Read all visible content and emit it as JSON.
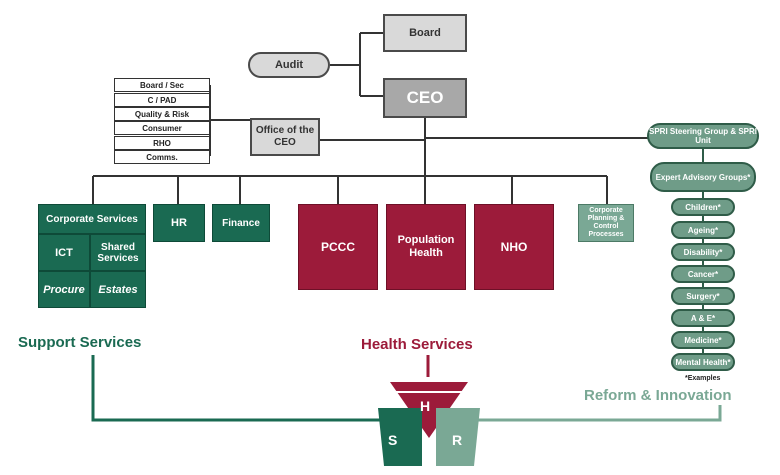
{
  "board": "Board",
  "audit": "Audit",
  "ceo": "CEO",
  "office_ceo": "Office of the CEO",
  "staff_units": [
    "Board / Sec",
    "C / PAD",
    "Quality & Risk",
    "Consumer",
    "RHO",
    "Comms."
  ],
  "corporate": {
    "title": "Corporate Services",
    "ict": "ICT",
    "shared": "Shared Services",
    "procure": "Procure",
    "estates": "Estates"
  },
  "hr": "HR",
  "finance": "Finance",
  "health_units": [
    "PCCC",
    "Population Health",
    "NHO"
  ],
  "corporate_planning": "Corporate Planning & Control Processes",
  "spri": "SPRI Steering Group & SPRI Unit",
  "expert": "Expert Advisory Groups*",
  "expert_groups": [
    "Children*",
    "Ageing*",
    "Disability*",
    "Cancer*",
    "Surgery*",
    "A & E*",
    "Medicine*",
    "Mental Health*"
  ],
  "examples_note": "*Examples",
  "support_services": "Support Services",
  "health_services": "Health Services",
  "reform": "Reform & Innovation",
  "logo_letters": {
    "h": "H",
    "s": "S",
    "r": "R"
  },
  "colors": {
    "green": "#1a6a52",
    "red": "#9c1b3a",
    "light_green": "#7aa895"
  }
}
